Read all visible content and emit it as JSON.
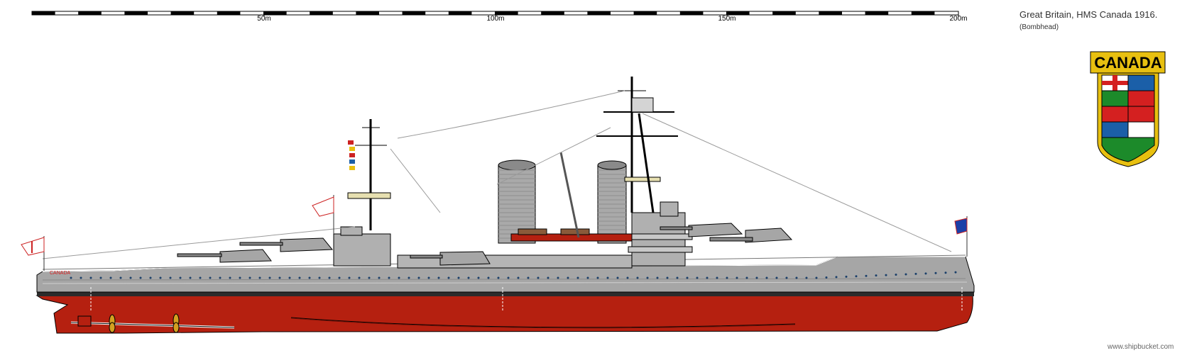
{
  "scale_bar": {
    "labels": [
      "50m",
      "100m",
      "150m",
      "200m"
    ]
  },
  "title": "Great Britain, HMS Canada 1916.",
  "author": "(Bombhead)",
  "hull_name": "CANADA",
  "crest": {
    "banner_text": "CANADA"
  },
  "watermark": "www.shipbucket.com",
  "colors": {
    "hull_grey": "#a6a6a6",
    "deck_grey": "#bdbdbd",
    "hull_red": "#b52010",
    "boot_black": "#2b2b2b",
    "crest_gold": "#e8c010",
    "crest_green": "#1c8a2a",
    "crest_blue": "#1b5fa8",
    "crest_red": "#d42020"
  }
}
